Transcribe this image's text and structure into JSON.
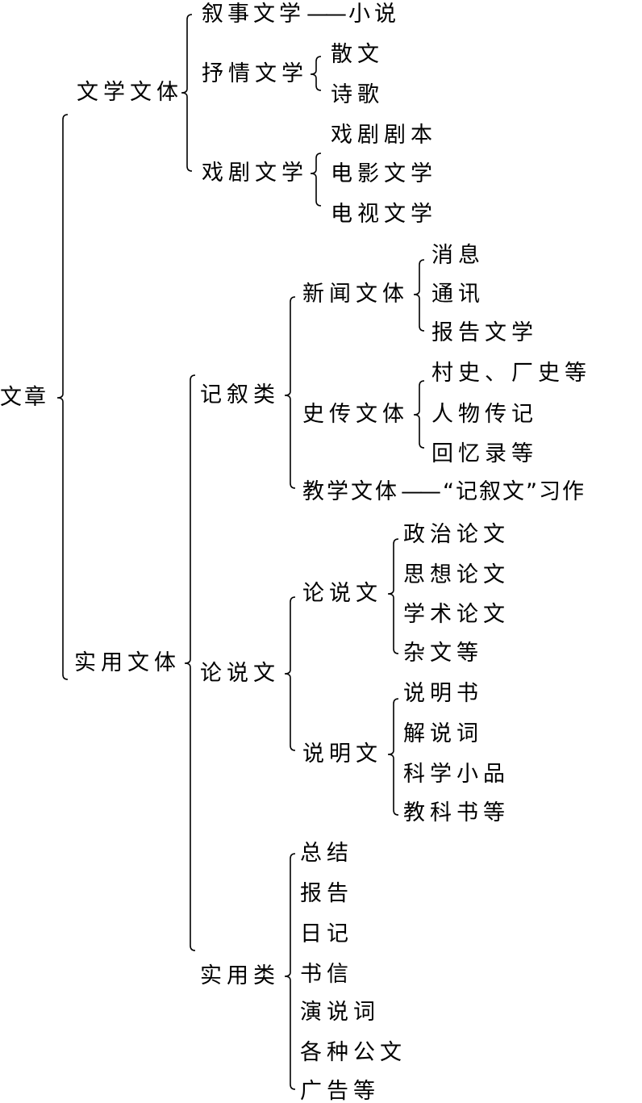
{
  "root": "文章",
  "literary": {
    "label": "文学文体",
    "narrative": {
      "label": "叙事文学",
      "dash": "——",
      "leaf": "小说"
    },
    "lyric": {
      "label": "抒情文学",
      "items": [
        "散文",
        "诗歌"
      ]
    },
    "drama": {
      "label": "戏剧文学",
      "items": [
        "戏剧剧本",
        "电影文学",
        "电视文学"
      ]
    }
  },
  "practical": {
    "label": "实用文体",
    "narration": {
      "label": "记叙类",
      "news": {
        "label": "新闻文体",
        "items": [
          "消息",
          "通讯",
          "报告文学"
        ]
      },
      "history": {
        "label": "史传文体",
        "items": [
          "村史、厂史等",
          "人物传记",
          "回忆录等"
        ]
      },
      "teaching": {
        "label": "教学文体",
        "dash": "——",
        "leaf": "“记叙文”习作"
      }
    },
    "discourse": {
      "label": "论说文",
      "argument": {
        "label": "论说文",
        "items": [
          "政治论文",
          "思想论文",
          "学术论文",
          "杂文等"
        ]
      },
      "exposition": {
        "label": "说明文",
        "items": [
          "说明书",
          "解说词",
          "科学小品",
          "教科书等"
        ]
      }
    },
    "applied": {
      "label": "实用类",
      "items": [
        "总结",
        "报告",
        "日记",
        "书信",
        "演说词",
        "各种公文",
        "广告等"
      ]
    }
  }
}
